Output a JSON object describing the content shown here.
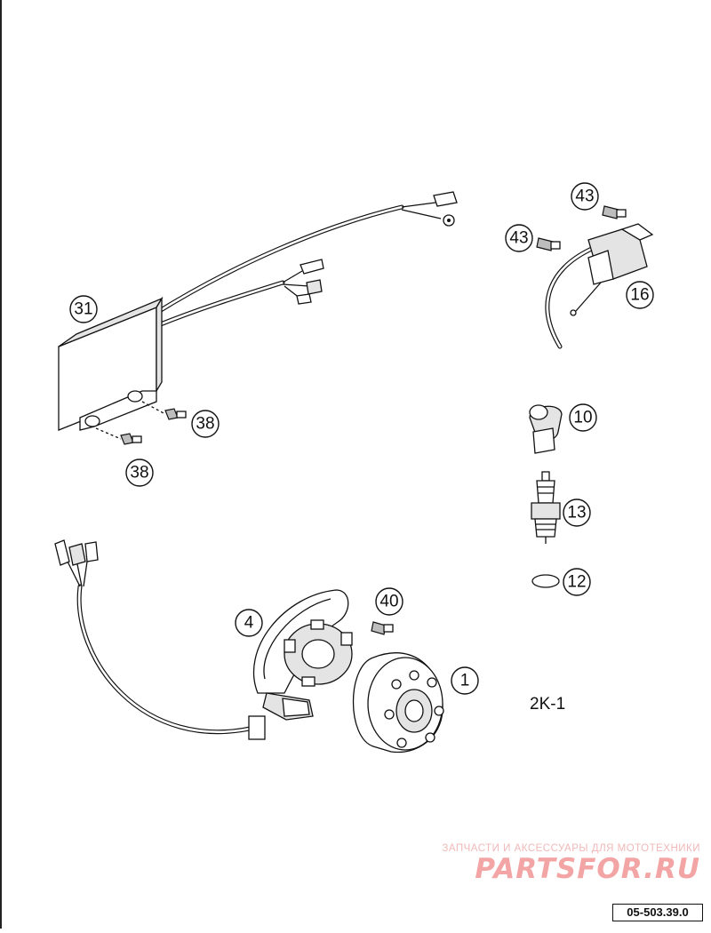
{
  "callouts": {
    "c31": "31",
    "c43a": "43",
    "c43b": "43",
    "c16": "16",
    "c38a": "38",
    "c38b": "38",
    "c10": "10",
    "c13": "13",
    "c12": "12",
    "c40": "40",
    "c4": "4",
    "c1": "1"
  },
  "group_label": "2K-1",
  "watermark": {
    "tagline": "ЗАПЧАСТИ И АКСЕССУАРЫ ДЛЯ МОТОТЕХНИКИ",
    "brand": "PARTSFOR.RU"
  },
  "drawing_code": "05-503.39.0"
}
